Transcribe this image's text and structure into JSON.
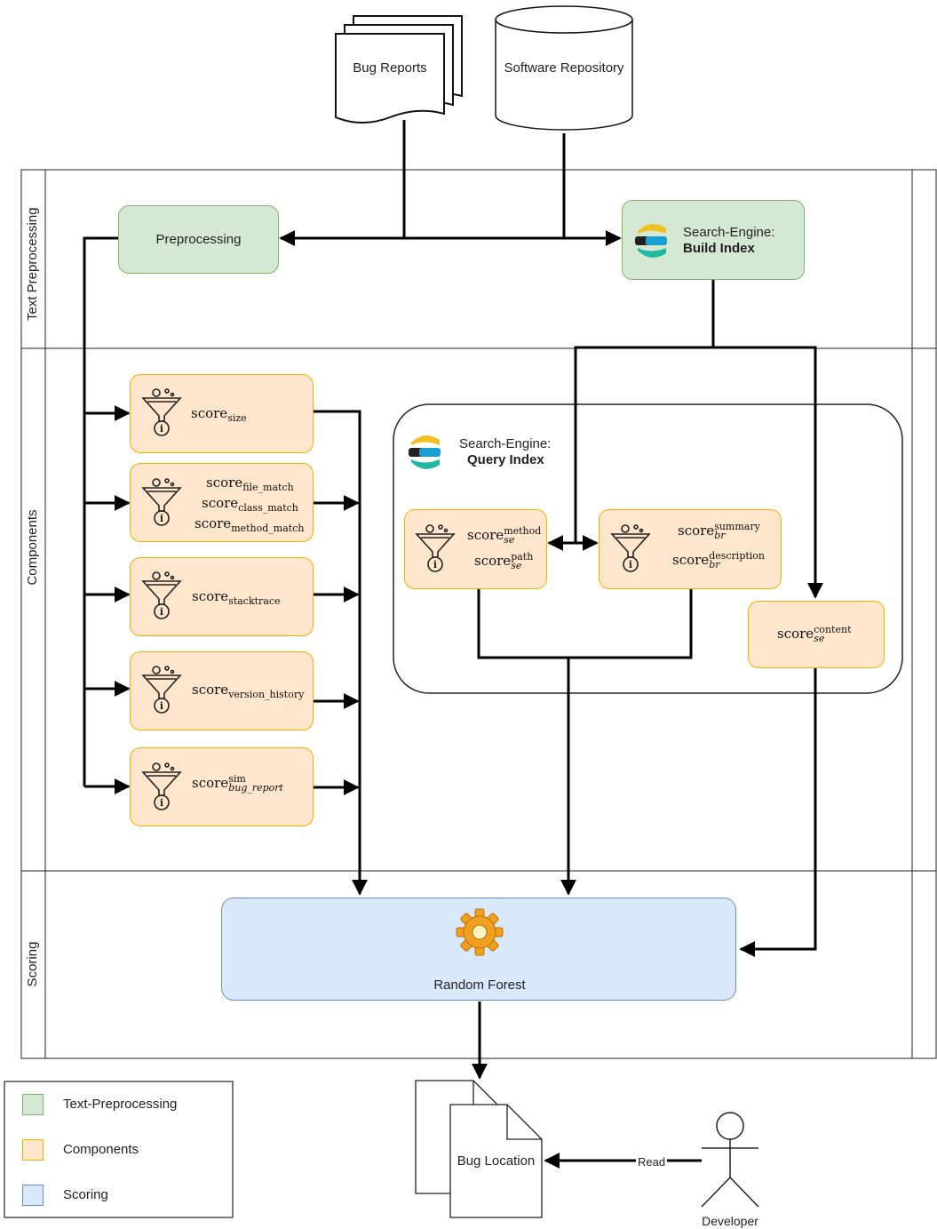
{
  "sources": {
    "bug_reports": "Bug Reports",
    "software_repository": "Software Repository"
  },
  "lanes": {
    "text_preprocessing": "Text Preprocessing",
    "components": "Components",
    "scoring": "Scoring"
  },
  "nodes": {
    "preprocessing": "Preprocessing",
    "build_index_line1": "Search-Engine:",
    "build_index_line2": "Build Index",
    "query_index_line1": "Search-Engine:",
    "query_index_line2": "Query Index",
    "random_forest": "Random Forest",
    "bug_location": "Bug Location",
    "developer": "Developer",
    "read_edge": "Read"
  },
  "scores": {
    "base": "score",
    "size": "size",
    "file_match": "file_match",
    "class_match": "class_match",
    "method_match": "method_match",
    "stacktrace": "stacktrace",
    "version_history": "version_history",
    "sim_sup": "sim",
    "sim_sub": "bug_report",
    "method_sup": "method",
    "se": "se",
    "path_sup": "path",
    "summary_sup": "summary",
    "br": "br",
    "description_sup": "description",
    "content_sup": "content"
  },
  "legend": [
    {
      "label": "Text-Preprocessing",
      "color": "#d5e8d4",
      "border": "#82b366"
    },
    {
      "label": "Components",
      "color": "#ffe6cc",
      "border": "#f0b000"
    },
    {
      "label": "Scoring",
      "color": "#dae8fc",
      "border": "#6c8ebf"
    }
  ]
}
